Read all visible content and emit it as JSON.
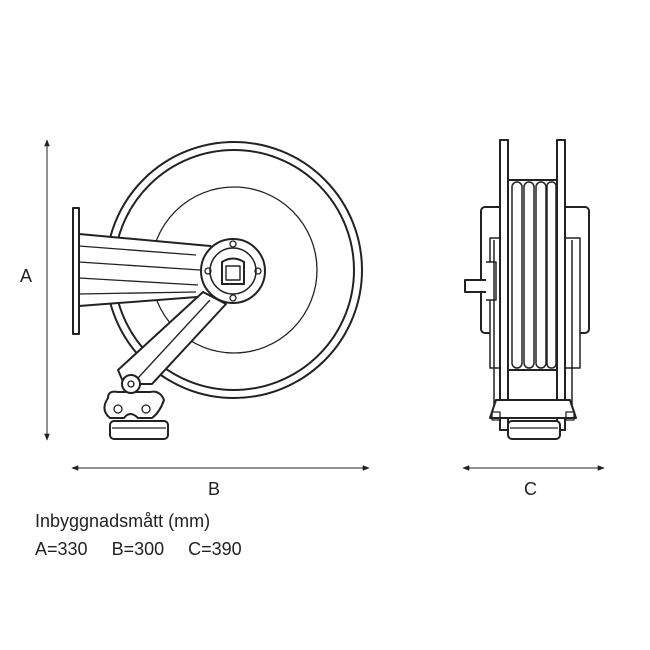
{
  "dimension_labels": {
    "a": "A",
    "b": "B",
    "c": "C"
  },
  "caption": {
    "title": "Inbyggnadsmått (mm)",
    "values": [
      "A=330",
      "B=300",
      "C=390"
    ]
  },
  "colors": {
    "line": "#222222",
    "background": "#ffffff"
  }
}
